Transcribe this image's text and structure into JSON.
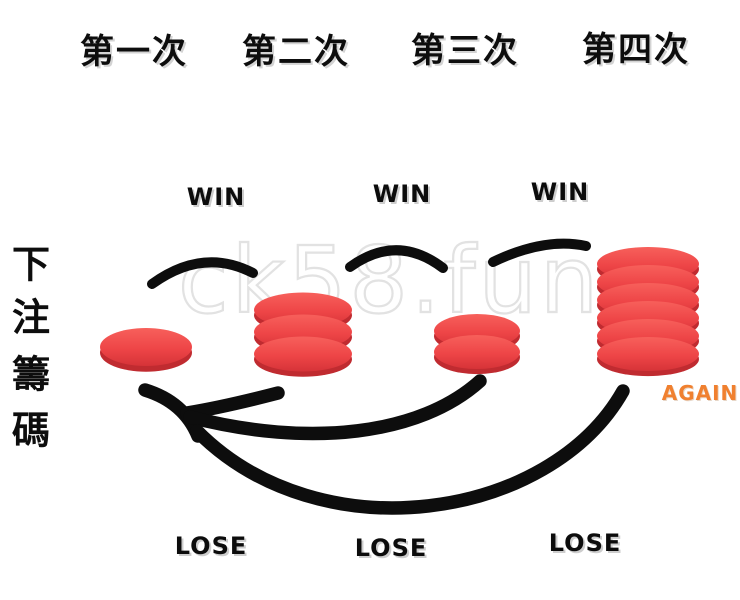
{
  "columns": [
    {
      "header": "第一次",
      "chips": 1
    },
    {
      "header": "第二次",
      "chips": 3
    },
    {
      "header": "第三次",
      "chips": 2
    },
    {
      "header": "第四次",
      "chips": 6
    }
  ],
  "side_label": {
    "text": "下注籌碼",
    "chars": [
      "下",
      "注",
      "籌",
      "碼"
    ]
  },
  "flow_labels": {
    "win": [
      "WIN",
      "WIN",
      "WIN"
    ],
    "lose": [
      "LOSE",
      "LOSE",
      "LOSE"
    ],
    "again": "AGAIN"
  },
  "watermark": {
    "text": "ck58.fun"
  },
  "colors": {
    "ink": "#0d0d0d",
    "chip_light": "#f7605b",
    "chip_main": "#ee4547",
    "chip_dark": "#d63338",
    "chip_rim": "#c02b30",
    "again": "#f0802f",
    "watermark": "#e2e2e2"
  }
}
